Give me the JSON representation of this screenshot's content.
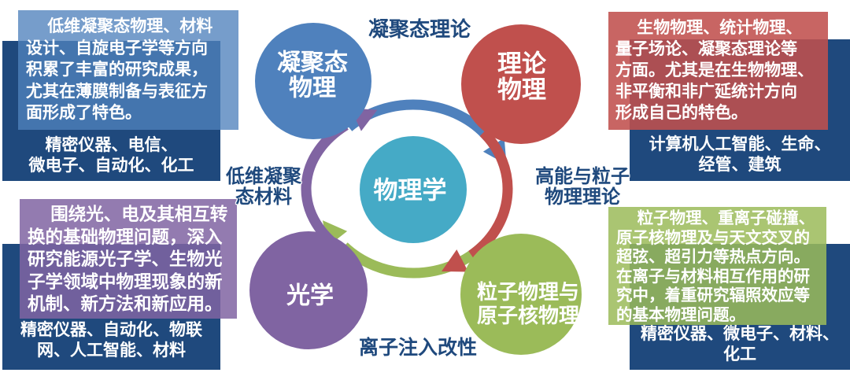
{
  "palette": {
    "blue": "#4F81BD",
    "red": "#C0504D",
    "green": "#9BBB59",
    "purple": "#8064A2",
    "teal": "#45AAC6",
    "dark_blue": "#1F497D",
    "blue_overlay": "rgba(79,129,189,0.78)",
    "red_overlay": "rgba(192,80,77,0.88)",
    "green_overlay": "rgba(155,187,89,0.85)",
    "purple_overlay": "rgba(128,100,162,0.85)"
  },
  "diagram": {
    "center": {
      "label": "物理学",
      "color": "teal"
    },
    "nodes": [
      {
        "id": "condensed-matter-physics",
        "line1": "凝聚态",
        "line2": "物理",
        "color": "blue"
      },
      {
        "id": "theoretical-physics",
        "line1": "理论",
        "line2": "物理",
        "color": "red"
      },
      {
        "id": "particle-nuclear-physics",
        "line1": "粒子物理与",
        "line2": "原子核物理",
        "color": "green"
      },
      {
        "id": "optics",
        "line1": "光学",
        "line2": "",
        "color": "purple"
      }
    ],
    "ring_labels": {
      "top": "凝聚态理论",
      "right_line1": "高能与粒子",
      "right_line2": "物理理论",
      "bottom": "离子注入改性",
      "left_line1": "低维凝聚",
      "left_line2": "态材料"
    }
  },
  "panels": {
    "top_left": {
      "paragraph_lines": [
        "低维凝聚态物理、材料",
        "设计、自旋电子学等方向",
        "积累了丰富的研究成果，",
        "尤其在薄膜制备与表征方",
        "面形成了特色。"
      ],
      "fields_line1": "精密仪器、电信、",
      "fields_line2": "微电子、自动化、化工"
    },
    "top_right": {
      "paragraph_lines": [
        "生物物理、统计物理、",
        "量子场论、凝聚态理论等",
        "方面。尤其是在生物物理、",
        "非平衡和非广延统计方向",
        "形成自己的特色。"
      ],
      "fields_line1": "计算机人工智能、生命、",
      "fields_line2": "经管、建筑"
    },
    "bottom_left": {
      "paragraph_lines": [
        "围绕光、电及其相互转",
        "换的基础物理问题，深入",
        "研究能源光子学、生物光",
        "子学领域中物理现象的新",
        "机制、新方法和新应用。"
      ],
      "fields_line1": "精密仪器、自动化、物联",
      "fields_line2": "网、人工智能、材料"
    },
    "bottom_right": {
      "paragraph_lines": [
        "粒子物理、重离子碰撞、",
        "原子核物理及与天文交叉的",
        "超弦、超引力等热点方向。",
        "在离子与材料相互作用的研",
        "究中，着重研究辐照效应等",
        "的基本物理问题。"
      ],
      "fields_line1": "精密仪器、微电子、材料、",
      "fields_line2": "化工"
    }
  }
}
